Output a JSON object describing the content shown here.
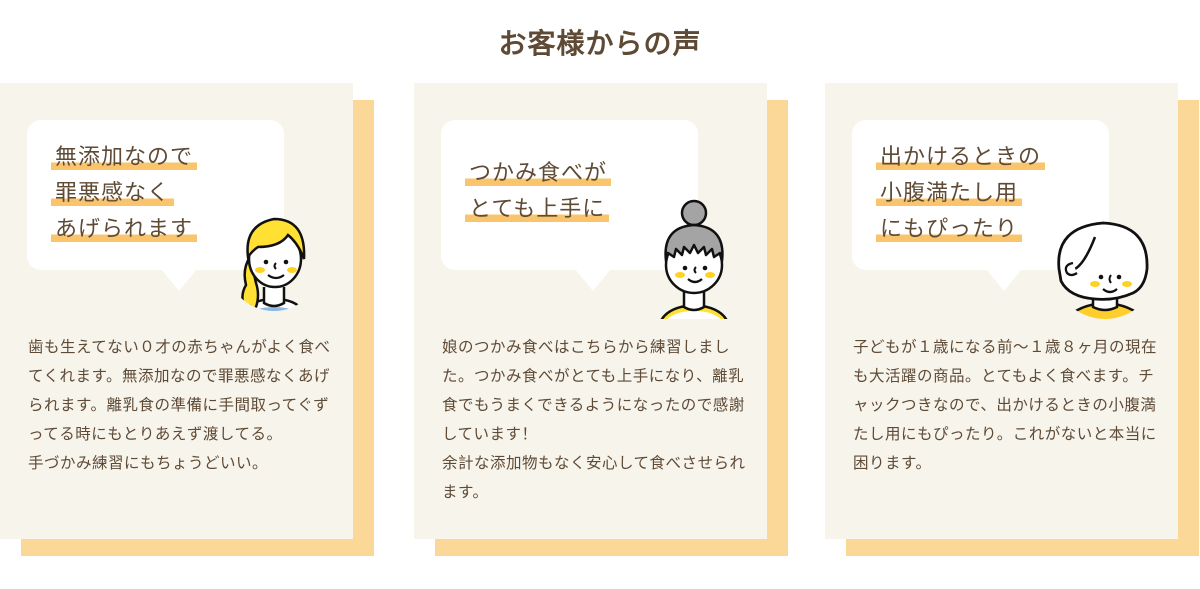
{
  "section": {
    "title": "お客様からの声"
  },
  "colors": {
    "text": "#5e4a35",
    "card_bg": "#f7f4ec",
    "card_shadow": "#fbd898",
    "highlight": "#f9c46b",
    "bubble": "#ffffff"
  },
  "testimonials": [
    {
      "headline": [
        "無添加なので",
        "罪悪感なく",
        "あげられます"
      ],
      "avatar": "woman-yellow-hair-icon",
      "body": [
        "歯も生えてない０才の赤ちゃんがよく食べてくれます。無添加なので罪悪感なくあげられます。離乳食の準備に手間取ってぐずってる時にもとりあえず渡してる。",
        "手づかみ練習にもちょうどいい。"
      ]
    },
    {
      "headline": [
        "つかみ食べが",
        "とても上手に"
      ],
      "avatar": "woman-gray-bun-icon",
      "body": [
        "娘のつかみ食べはこちらから練習しました。つかみ食べがとても上手になり、離乳食でもうまくできるようになったので感謝しています！",
        "余計な添加物もなく安心して食べさせられます。"
      ]
    },
    {
      "headline": [
        "出かけるときの",
        "小腹満たし用",
        "にもぴったり"
      ],
      "avatar": "woman-bob-hair-icon",
      "body": [
        "子どもが１歳になる前〜１歳８ヶ月の現在も大活躍の商品。とてもよく食べます。チャックつきなので、出かけるときの小腹満たし用にもぴったり。これがないと本当に困ります。"
      ]
    }
  ]
}
